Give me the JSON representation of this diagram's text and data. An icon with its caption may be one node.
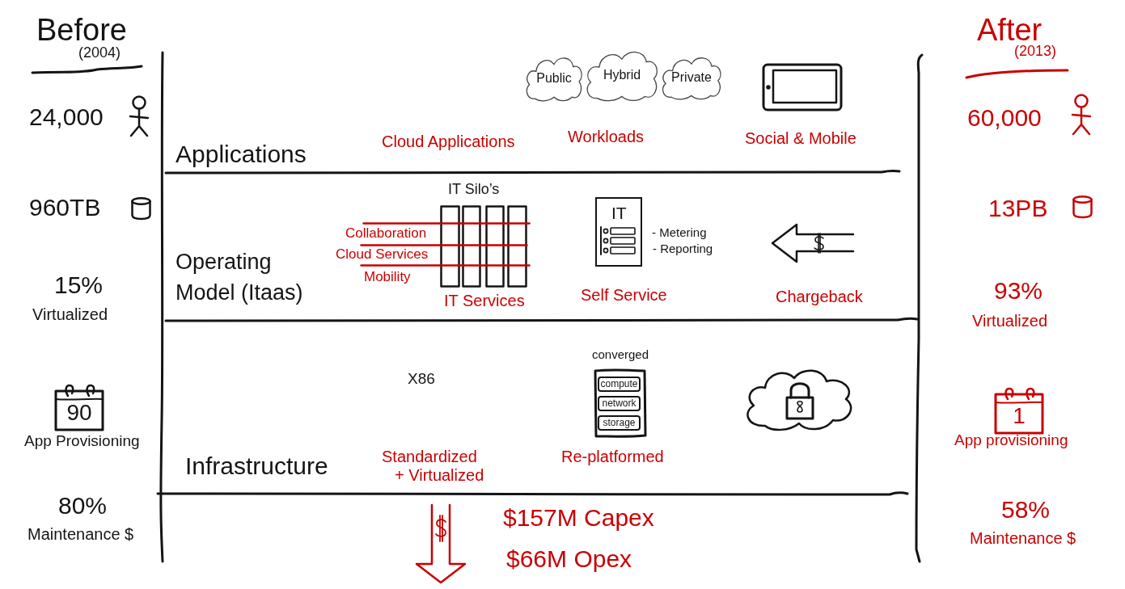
{
  "diagram": {
    "nodes": [
      {
        "text": [
          "Public"
        ]
      },
      {
        "text": [
          "Hybrid"
        ]
      },
      {
        "text": [
          "Private"
        ]
      },
      {
        "text": [
          "IT"
        ],
        "beside": [
          "- Metering",
          "- Reporting",
          "Self Service"
        ]
      },
      {
        "text": [
          "90"
        ],
        "beside": [
          "App Provisioning"
        ]
      },
      {
        "text": [
          "converged"
        ],
        "beside": [
          "Re-platformed"
        ]
      },
      {
        "text": [
          "compute"
        ],
        "in": 5
      },
      {
        "text": [
          "network"
        ],
        "in": 5
      },
      {
        "text": [
          "storage"
        ],
        "in": 5
      },
      {
        "text": [
          "1"
        ],
        "beside": [
          "App provisioning"
        ]
      }
    ],
    "labels": [
      "Before",
      "(2004)",
      "After",
      "(2013)",
      "24,000",
      "Cloud Applications",
      "Workloads",
      "Social & Mobile",
      "60,000",
      "Applications",
      "960TB",
      "IT Silo’s",
      "13PB",
      "Collaboration",
      "Cloud Services",
      "Operating Model (Itaas)",
      "Mobility",
      "15%",
      "IT Services",
      "Chargeback",
      "93%",
      "Virtualized",
      "Virtualized",
      "X86",
      "Infrastructure",
      "Standardized + Virtualized",
      "80%",
      "$157M Capex",
      "58%",
      "Maintenance $",
      "$66M Opex",
      "Maintenance $"
    ]
  }
}
